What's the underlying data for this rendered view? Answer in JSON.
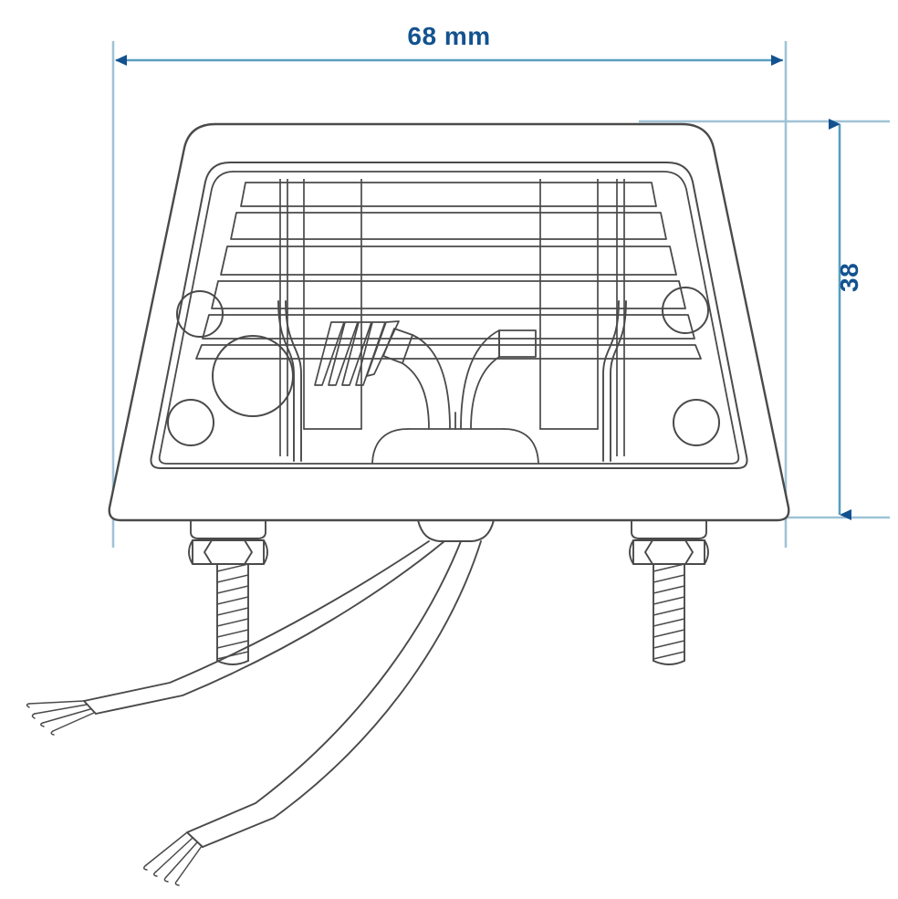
{
  "document": {
    "type": "technical-drawing",
    "subject": "Trailer licence plate lamp with mounting bolts and wiring",
    "view": "front elevation with dimensions",
    "background_color": "#ffffff"
  },
  "dimensions": {
    "accent_color": "#13528f",
    "line_color": "#9fc3d6",
    "width": {
      "label": "68 mm",
      "value": 68,
      "unit": "mm",
      "orientation": "horizontal",
      "position": "top"
    },
    "height": {
      "label": "38",
      "value": 38,
      "unit": "mm",
      "orientation": "vertical",
      "position": "right",
      "rotation": -90
    }
  },
  "drawing": {
    "line_color": "#4a4a4a",
    "parts": [
      {
        "name": "outer-housing",
        "description": "trapezoidal lamp housing with rounded corners"
      },
      {
        "name": "inner-bezel",
        "description": "inner double-line bezel frame"
      },
      {
        "name": "louvre-slats",
        "description": "six horizontal lens slats",
        "count": 6
      },
      {
        "name": "vertical-ribs",
        "description": "internal vertical rib pairs",
        "count": 4
      },
      {
        "name": "mounting-holes",
        "description": "small circular mounting holes",
        "count": 4
      },
      {
        "name": "large-aperture",
        "description": "large circular aperture, left side",
        "count": 1
      },
      {
        "name": "bulb-reflector",
        "description": "central bulb holder with twin curved arms"
      },
      {
        "name": "heat-fins",
        "description": "diagonal hatched heat-sink fins"
      },
      {
        "name": "hex-bolt",
        "description": "hex nut with washer and threaded shank",
        "count": 2
      },
      {
        "name": "wire-pair",
        "description": "two stripped-end wires exiting bottom grommet",
        "count": 2
      }
    ]
  }
}
